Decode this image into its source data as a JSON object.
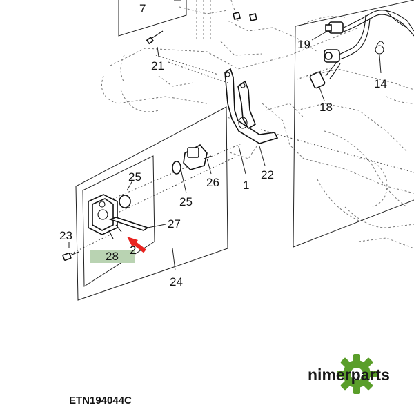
{
  "callouts": {
    "c7": "7",
    "c19": "19",
    "c21": "21",
    "c14": "14",
    "c18": "18",
    "c22": "22",
    "c25a": "25",
    "c26": "26",
    "c1": "1",
    "c25b": "25",
    "c27": "27",
    "c23": "23",
    "c28": "28",
    "c2": "2",
    "c24": "24"
  },
  "reference_code": "ETN194044C",
  "brand": {
    "name": "nimerparts",
    "gear_color": "#5a9e2a"
  },
  "colors": {
    "highlight_box": "#b9d3b2",
    "arrow": "#e8231f"
  }
}
